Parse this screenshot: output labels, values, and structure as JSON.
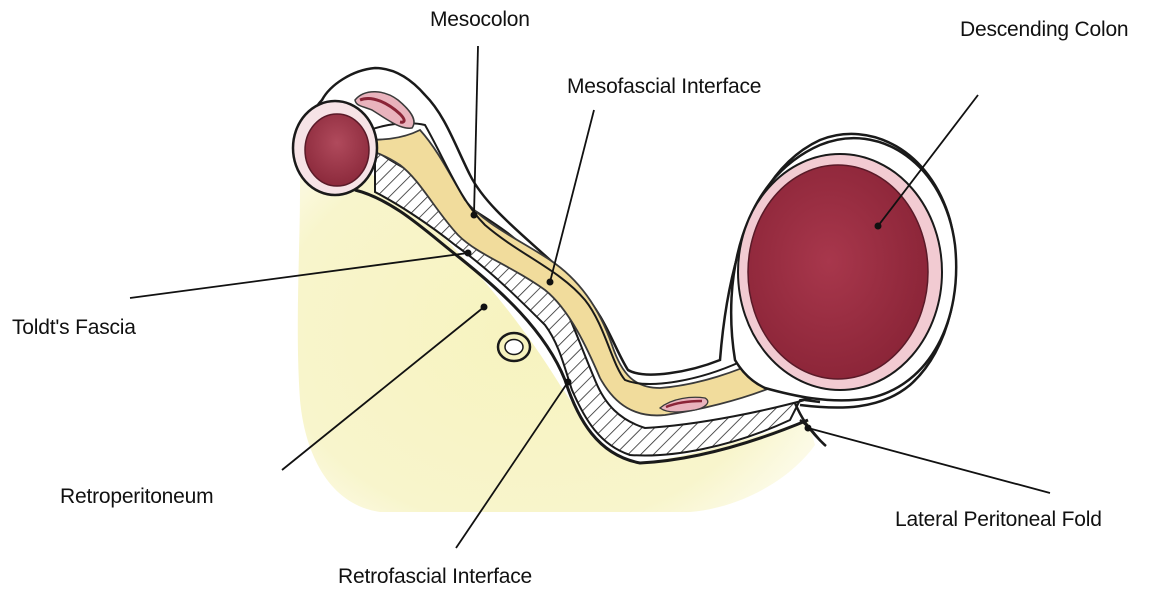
{
  "labels": {
    "mesocolon": "Mesocolon",
    "descending_colon": "Descending Colon",
    "mesofascial_interface": "Mesofascial Interface",
    "toldts_fascia": "Toldt's Fascia",
    "retroperitoneum": "Retroperitoneum",
    "retrofascial_interface": "Retrofascial Interface",
    "lateral_peritoneal_fold": "Lateral Peritoneal Fold"
  },
  "colors": {
    "retroperitoneum_fill": "#f7f3bf",
    "mesocolon_fat": "#f1dc9c",
    "colon_lumen": "#9d2f45",
    "colon_wall": "#f2cbd2",
    "hatch": "#2a2a2a",
    "leader_line": "#111111"
  }
}
